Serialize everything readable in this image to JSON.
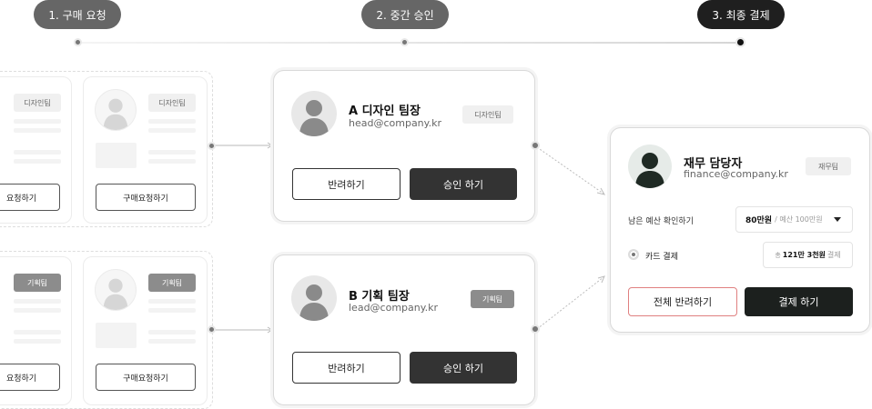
{
  "steps": [
    {
      "label": "1. 구매 요청",
      "color": "#666666"
    },
    {
      "label": "2. 중간 승인",
      "color": "#666666"
    },
    {
      "label": "3. 최종 결제",
      "color": "#1f1f1f"
    }
  ],
  "requesters": {
    "top": {
      "tag": "디자인팀",
      "button": "구매요청하기",
      "partial_button": "요청하기"
    },
    "bottom": {
      "tag": "기획팀",
      "button": "구매요청하기",
      "partial_button": "요청하기"
    }
  },
  "approvers": [
    {
      "name": "A 디자인 팀장",
      "email": "head@company.kr",
      "tag": "디자인팀",
      "reject": "반려하기",
      "approve": "승인 하기"
    },
    {
      "name": "B 기획 팀장",
      "email": "lead@company.kr",
      "tag": "기획팀",
      "reject": "반려하기",
      "approve": "승인 하기"
    }
  ],
  "finance": {
    "name": "재무 담당자",
    "email": "finance@company.kr",
    "tag": "재무팀",
    "budget_label": "남은 예산 확인하기",
    "budget_amount": "80만원",
    "budget_total": "/ 예산 100만원",
    "payment_method": "카드 결제",
    "total_prefix": "총",
    "total_amount": "121만 3천원",
    "total_suffix": "결제",
    "reject_all": "전체 반려하기",
    "pay": "결제 하기"
  },
  "colors": {
    "accent_dark": "#1f2a24",
    "reject_border": "#e08080",
    "button_dark": "#333333"
  }
}
